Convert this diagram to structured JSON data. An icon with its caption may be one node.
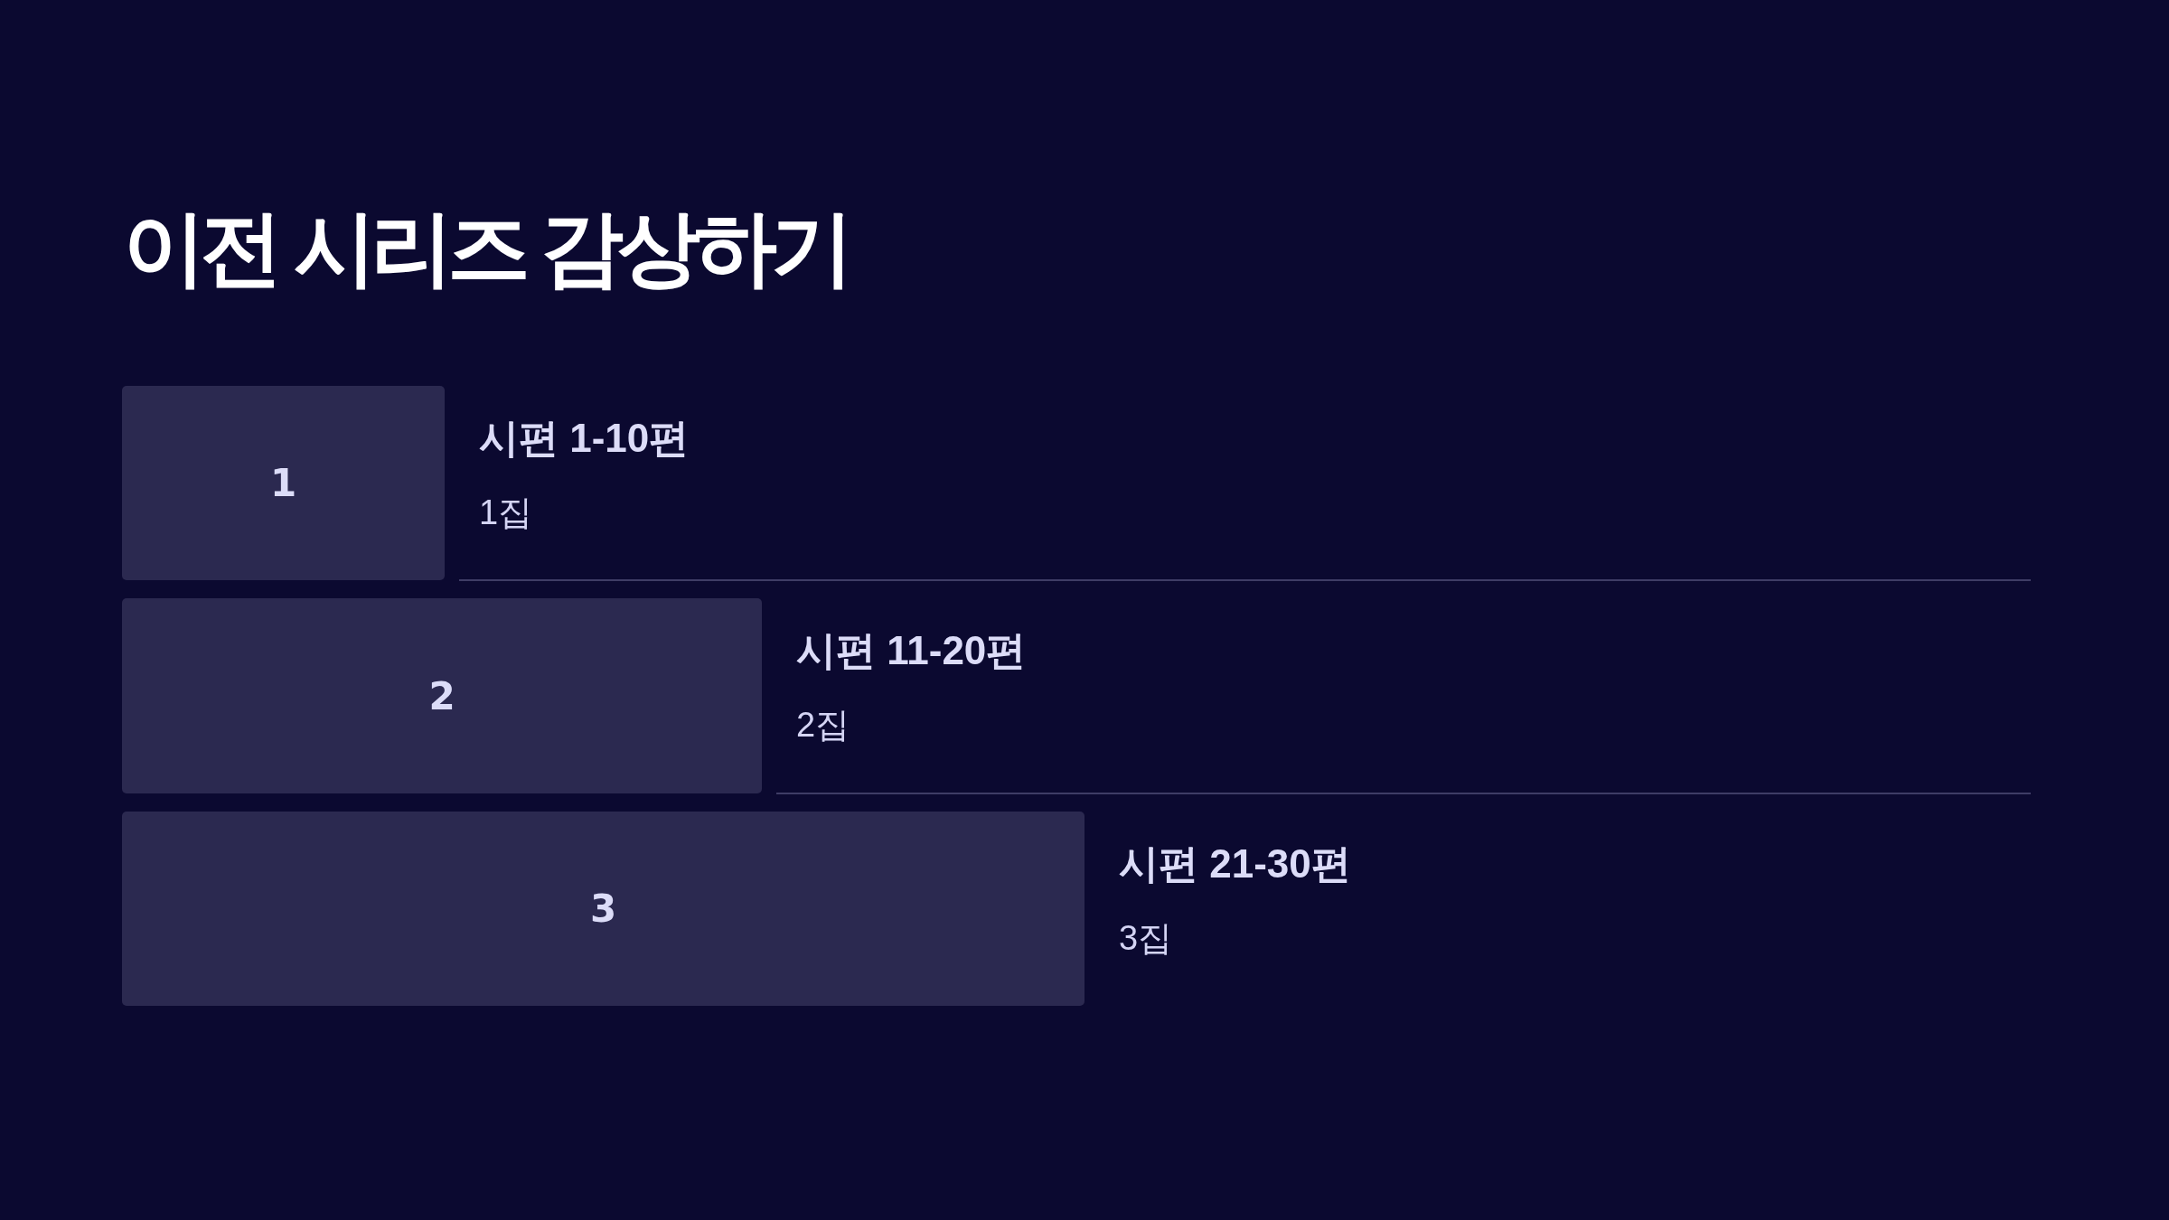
{
  "diagram": {
    "title": "이전 시리즈 감상하기",
    "nodes": [
      {
        "text": [
          "1"
        ],
        "beside": [
          "시편 1-10편",
          "1집"
        ]
      },
      {
        "text": [
          "2"
        ],
        "beside": [
          "시편 11-20편",
          "2집"
        ]
      },
      {
        "text": [
          "3"
        ],
        "beside": [
          "시편 21-30편",
          "3집"
        ]
      }
    ]
  }
}
